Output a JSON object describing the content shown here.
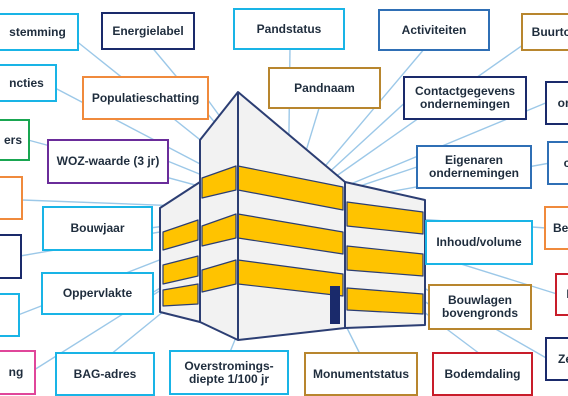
{
  "colors": {
    "cyan": "#19b4e6",
    "orange": "#f08a3c",
    "navy": "#1a2a6b",
    "purple": "#6a2c9a",
    "brown": "#b8862e",
    "green": "#19a651",
    "pink": "#e0469a",
    "red": "#c81d2a",
    "blue": "#2f6fb5",
    "connector": "#9cc8e8",
    "building_outline": "#2c3e73",
    "building_wall": "#f2f2f2",
    "window_fill": "#ffc300"
  },
  "center": {
    "icon": "office-building-icon"
  },
  "labels": {
    "bestemming": "stemming",
    "energielabel": "Energielabel",
    "pandstatus": "Pandstatus",
    "activiteiten": "Activiteiten",
    "buurtcode": "Buurtc",
    "functies": "ncties",
    "populatieschatting": "Populatieschatting",
    "pandnaam": "Pandnaam",
    "contactgegevens": "Contactgegevens\nondernemingen",
    "right_top_partial": "on",
    "left_partial_1": "ers",
    "woz_waarde": "WOZ-waarde (3 jr)",
    "eigenaren": "Eigenaren\nondernemingen",
    "right_mid_partial": "c",
    "bouwjaar": "Bouwjaar",
    "inhoud_volume": "Inhoud/volume",
    "right_partial_bes": "Bes",
    "oppervlakte": "Oppervlakte",
    "bouwlagen": "Bouwlagen\nbovengronds",
    "right_partial_f": "F",
    "left_partial_ng": "ng",
    "bag_adres": "BAG-adres",
    "overstromingsdiepte": "Overstromings-\ndiepte 1/100 jr",
    "monumentstatus": "Monumentstatus",
    "bodemdaling": "Bodemdaling",
    "right_partial_ze": "Ze"
  }
}
